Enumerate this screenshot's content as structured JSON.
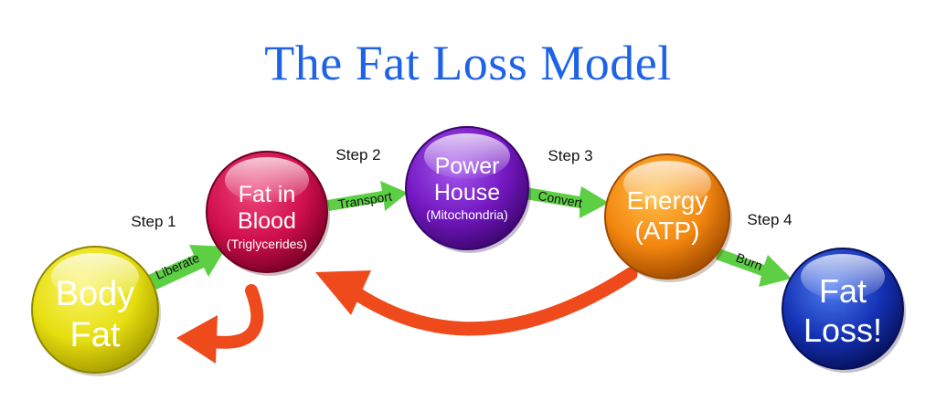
{
  "title": "The Fat Loss Model",
  "nodes": [
    {
      "id": "body-fat",
      "lines": [
        "Body",
        "Fat"
      ],
      "sub": "",
      "color": "#e8e20e"
    },
    {
      "id": "fat-in-blood",
      "lines": [
        "Fat in",
        "Blood"
      ],
      "sub": "(Triglycerides)",
      "color": "#d3114f"
    },
    {
      "id": "power-house",
      "lines": [
        "Power",
        "House"
      ],
      "sub": "(Mitochondria)",
      "color": "#7a1fc4"
    },
    {
      "id": "energy",
      "lines": [
        "Energy",
        "(ATP)"
      ],
      "sub": "",
      "color": "#f48a12"
    },
    {
      "id": "fat-loss",
      "lines": [
        "Fat",
        "Loss!"
      ],
      "sub": "",
      "color": "#1433b8"
    }
  ],
  "steps": [
    "Step 1",
    "Step 2",
    "Step 3",
    "Step 4"
  ],
  "arrows": [
    "Liberate",
    "Transport",
    "Convert",
    "Burn"
  ],
  "colors": {
    "title": "#1e63e6",
    "arrow": "#5ccf45",
    "return_arrow": "#ee4a1c"
  }
}
